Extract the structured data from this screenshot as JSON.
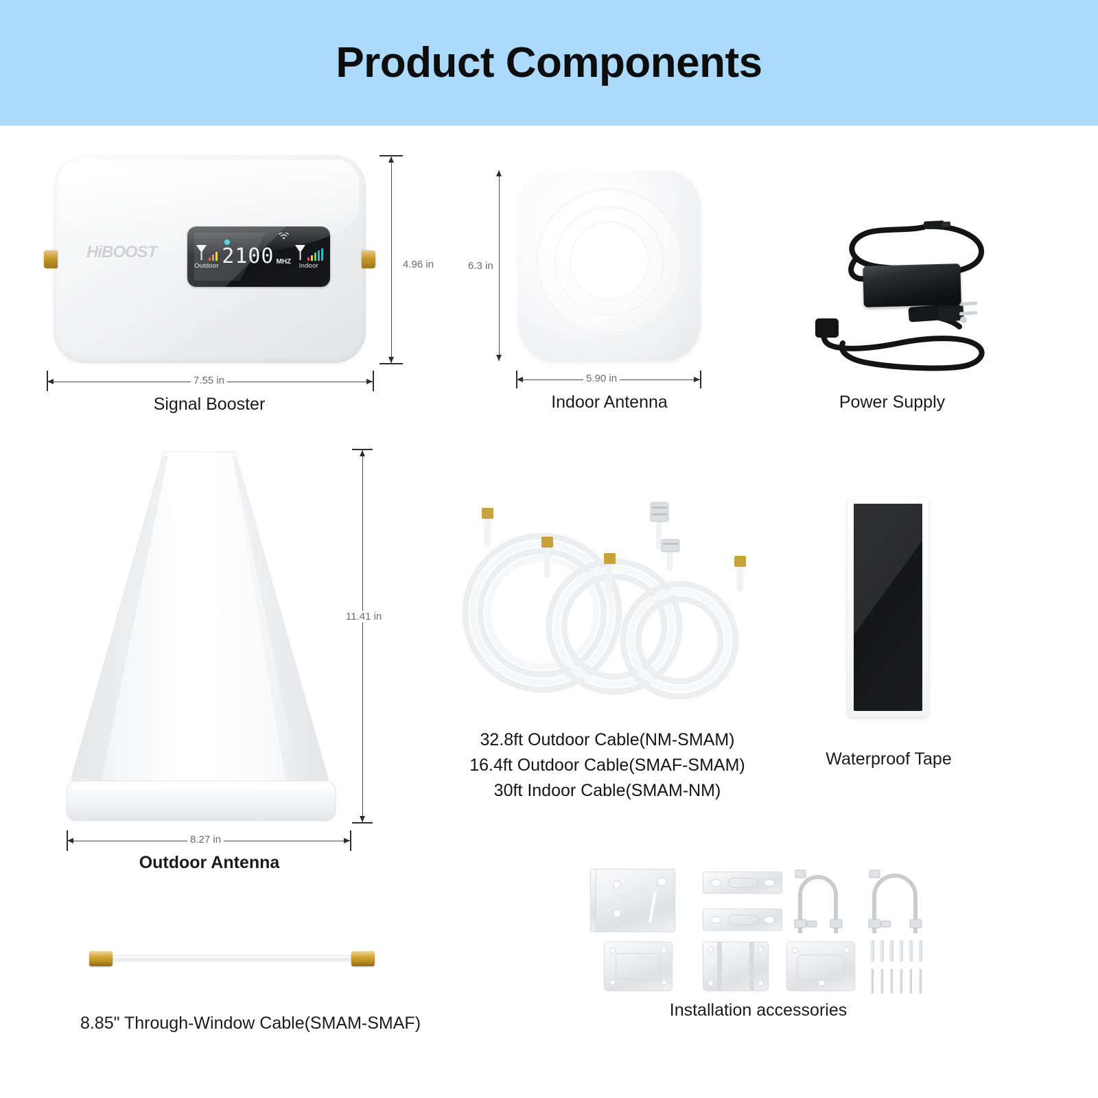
{
  "header": {
    "title": "Product Components",
    "background_color": "#abdafb"
  },
  "components": {
    "signal_booster": {
      "label": "Signal Booster",
      "width_dim": "7.55 in",
      "height_dim": "4.96 in",
      "brand_logo": "HiBOOST",
      "display": {
        "outdoor_label": "Outdoor",
        "indoor_label": "Indoor",
        "frequency_value": "2100",
        "frequency_unit": "MHZ",
        "outdoor_bar_colors": [
          "#d9534f",
          "#e8913a",
          "#e8d44a"
        ],
        "indoor_bar_colors": [
          "#d9534f",
          "#e8d44a",
          "#7bc96f",
          "#2fb8c6",
          "#2fb8c6"
        ],
        "indicator_dot_color": "#27d2e0"
      }
    },
    "indoor_antenna": {
      "label": "Indoor Antenna",
      "width_dim": "5.90 in",
      "height_dim": "6.3 in"
    },
    "power_supply": {
      "label": "Power Supply"
    },
    "outdoor_antenna": {
      "label": "Outdoor Antenna",
      "width_dim": "8.27 in",
      "height_dim": "11.41 in"
    },
    "cables": {
      "lines": [
        "32.8ft Outdoor Cable(NM-SMAM)",
        "16.4ft Outdoor Cable(SMAF-SMAM)",
        "30ft  Indoor Cable(SMAM-NM)"
      ]
    },
    "waterproof_tape": {
      "label": "Waterproof Tape"
    },
    "through_window_cable": {
      "label": "8.85\" Through-Window Cable(SMAM-SMAF)"
    },
    "installation_accessories": {
      "label": "Installation accessories"
    }
  }
}
